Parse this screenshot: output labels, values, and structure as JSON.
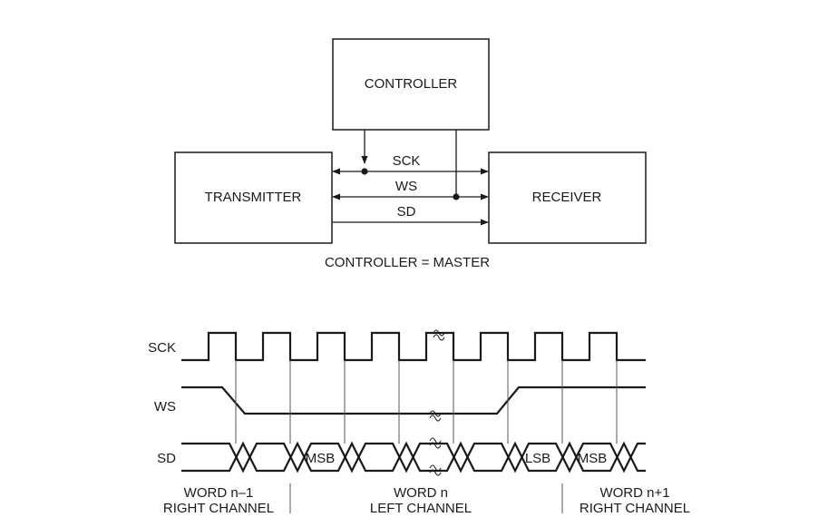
{
  "block_diagram": {
    "controller_label": "CONTROLLER",
    "transmitter_label": "TRANSMITTER",
    "receiver_label": "RECEIVER",
    "lines": [
      "SCK",
      "WS",
      "SD"
    ],
    "caption": "CONTROLLER = MASTER"
  },
  "timing_diagram": {
    "signals": [
      "SCK",
      "WS",
      "SD"
    ],
    "data_cells": [
      "MSB",
      "LSB",
      "MSB"
    ],
    "words": [
      {
        "name": "WORD n–1",
        "channel": "RIGHT CHANNEL"
      },
      {
        "name": "WORD n",
        "channel": "LEFT CHANNEL"
      },
      {
        "name": "WORD n+1",
        "channel": "RIGHT CHANNEL"
      }
    ],
    "break_mark": "≈"
  }
}
